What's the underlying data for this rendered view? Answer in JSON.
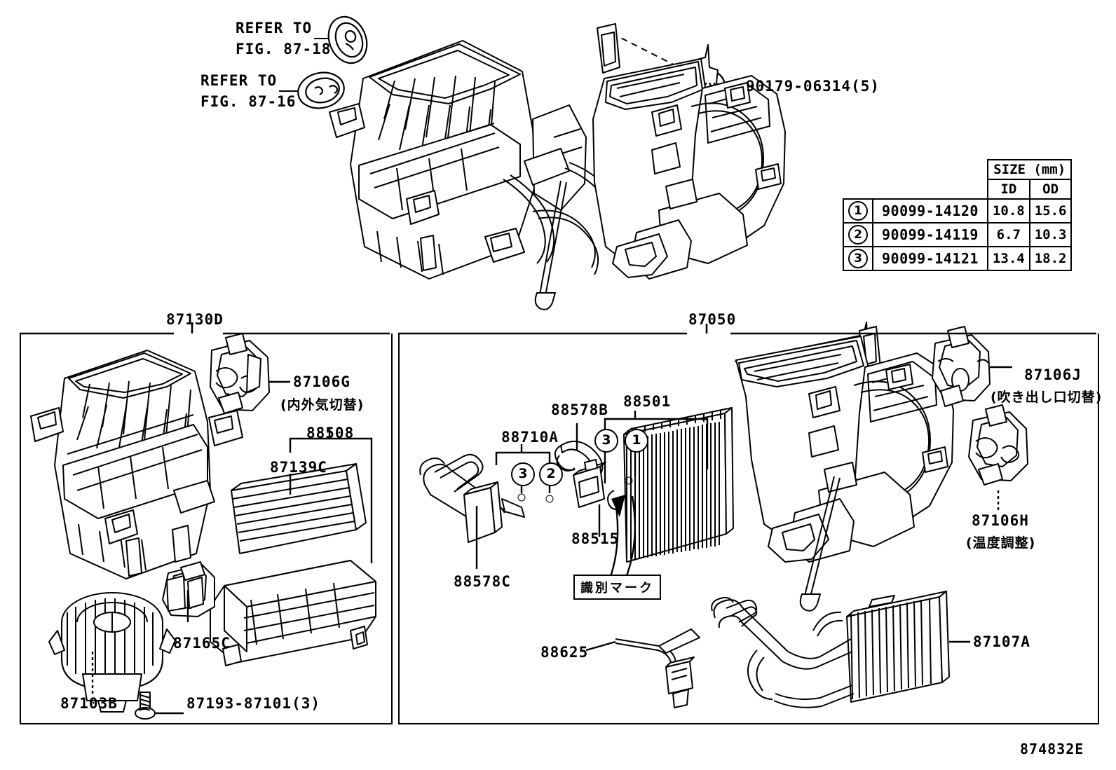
{
  "diagram": {
    "figure_code": "874832E",
    "refer_notes": [
      {
        "line1": "REFER TO",
        "line2": "FIG. 87-18"
      },
      {
        "line1": "REFER TO",
        "line2": "FIG. 87-16"
      }
    ],
    "top_callouts": [
      {
        "id": "bolt-90179",
        "text": "90179-06314(5)"
      }
    ]
  },
  "size_table": {
    "header_group": "SIZE (mm)",
    "columns": [
      "ID",
      "OD"
    ],
    "rows": [
      {
        "mark": "1",
        "part_number": "90099-14120",
        "id": "10.8",
        "od": "15.6"
      },
      {
        "mark": "2",
        "part_number": "90099-14119",
        "id": "6.7",
        "od": "10.3"
      },
      {
        "mark": "3",
        "part_number": "90099-14121",
        "id": "13.4",
        "od": "18.2"
      }
    ]
  },
  "left_panel": {
    "title": "87130D",
    "labels": [
      {
        "id": "blower-servo",
        "code": "87106G",
        "jp": "(内外気切替)"
      },
      {
        "id": "filter-assy",
        "code": "88508",
        "jp": ""
      },
      {
        "id": "filter-element",
        "code": "87139C",
        "jp": ""
      },
      {
        "id": "blower-resistor",
        "code": "87165C",
        "jp": ""
      },
      {
        "id": "blower-motor",
        "code": "87103B",
        "jp": ""
      },
      {
        "id": "screw",
        "code": "87193-87101(3)",
        "jp": ""
      }
    ]
  },
  "right_panel": {
    "title": "87050",
    "labels": [
      {
        "id": "suction-hose",
        "code": "88710A",
        "jp": ""
      },
      {
        "id": "pipe-clamp-b",
        "code": "88578B",
        "jp": ""
      },
      {
        "id": "evaporator",
        "code": "88501",
        "jp": ""
      },
      {
        "id": "expansion-valve",
        "code": "88515",
        "jp": ""
      },
      {
        "id": "pipe-clamp-c",
        "code": "88578C",
        "jp": ""
      },
      {
        "id": "thermistor",
        "code": "88625",
        "jp": ""
      },
      {
        "id": "mode-servo",
        "code": "87106J",
        "jp": "(吹き出し口切替)"
      },
      {
        "id": "air-mix-servo",
        "code": "87106H",
        "jp": "(温度調整)"
      },
      {
        "id": "heater-radiator",
        "code": "87107A",
        "jp": ""
      }
    ],
    "mark_note": "識別マーク",
    "ring_marks_88710A": [
      "3",
      "2"
    ],
    "ring_marks_88501": [
      "3",
      "1"
    ]
  }
}
